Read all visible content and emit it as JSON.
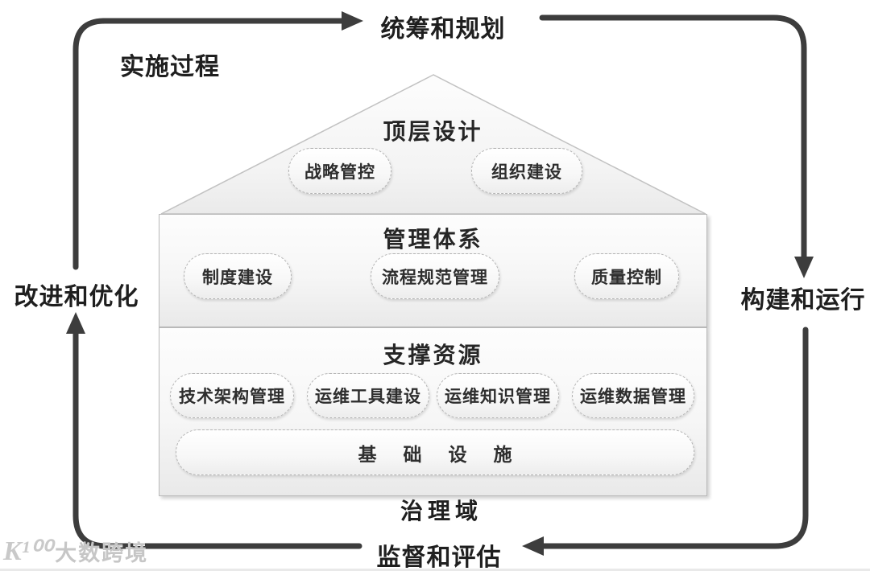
{
  "colors": {
    "arrow": "#3d3d3d",
    "band_border": "#b9b9b9",
    "pill_border": "#b3b3b3",
    "text": "#1f1f1f",
    "watermark": "#c6c6c6"
  },
  "cycle": {
    "top_label": "统筹和规划",
    "process_label": "实施过程",
    "right_label": "构建和运行",
    "bottom_label": "监督和评估",
    "left_label": "改进和优化"
  },
  "house": {
    "roof": {
      "title": "顶层设计",
      "items": [
        "战略管控",
        "组织建设"
      ]
    },
    "management": {
      "title": "管理体系",
      "items": [
        "制度建设",
        "流程规范管理",
        "质量控制"
      ]
    },
    "support": {
      "title": "支撑资源",
      "items": [
        "技术架构管理",
        "运维工具建设",
        "运维知识管理",
        "运维数据管理"
      ],
      "base": "基础设施"
    },
    "domain_label": "治理域"
  },
  "watermark": {
    "logo": "K¹⁰⁰",
    "text": "大数跨境"
  }
}
